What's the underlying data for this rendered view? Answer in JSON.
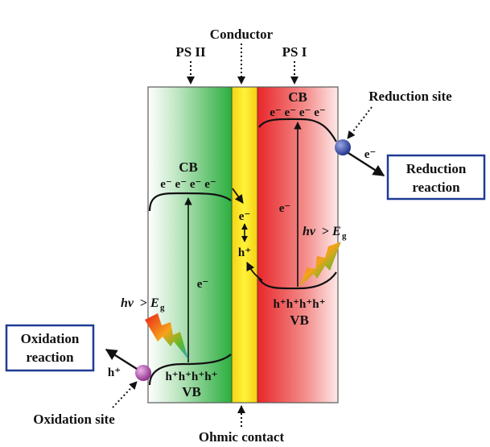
{
  "title": "Conductor",
  "panels": {
    "left_label": "PS II",
    "right_label": "PS I"
  },
  "ps2": {
    "cb_label": "CB",
    "cb_electrons": "e⁻ e⁻ e⁻ e⁻",
    "vb_holes": "h⁺h⁺h⁺h⁺",
    "vb_label": "VB",
    "transfer": "e⁻",
    "light_symbol": "hν",
    "light_gt": ">",
    "light_E": "E",
    "light_sub": "g"
  },
  "ps1": {
    "cb_label": "CB",
    "cb_electrons": "e⁻ e⁻ e⁻ e⁻",
    "vb_holes": "h⁺h⁺h⁺h⁺",
    "vb_label": "VB",
    "transfer": "e⁻",
    "light_symbol": "hν",
    "light_gt": ">",
    "light_E": "E",
    "light_sub": "g"
  },
  "conductor": {
    "electron": "e⁻",
    "hole": "h⁺"
  },
  "reduction": {
    "site_label": "Reduction site",
    "electron": "e⁻",
    "box_line1": "Reduction",
    "box_line2": "reaction"
  },
  "oxidation": {
    "site_label": "Oxidation site",
    "hole": "h⁺",
    "box_line1": "Oxidation",
    "box_line2": "reaction"
  },
  "bottom_label": "Ohmic contact",
  "colors": {
    "ps2_green": "#2fb845",
    "ps1_red": "#e8302e",
    "conductor_yellow": "#f5e216",
    "box_border": "#1f3b94",
    "reduction_site": "#3b4ea8",
    "oxidation_site": "#b04aa8"
  }
}
